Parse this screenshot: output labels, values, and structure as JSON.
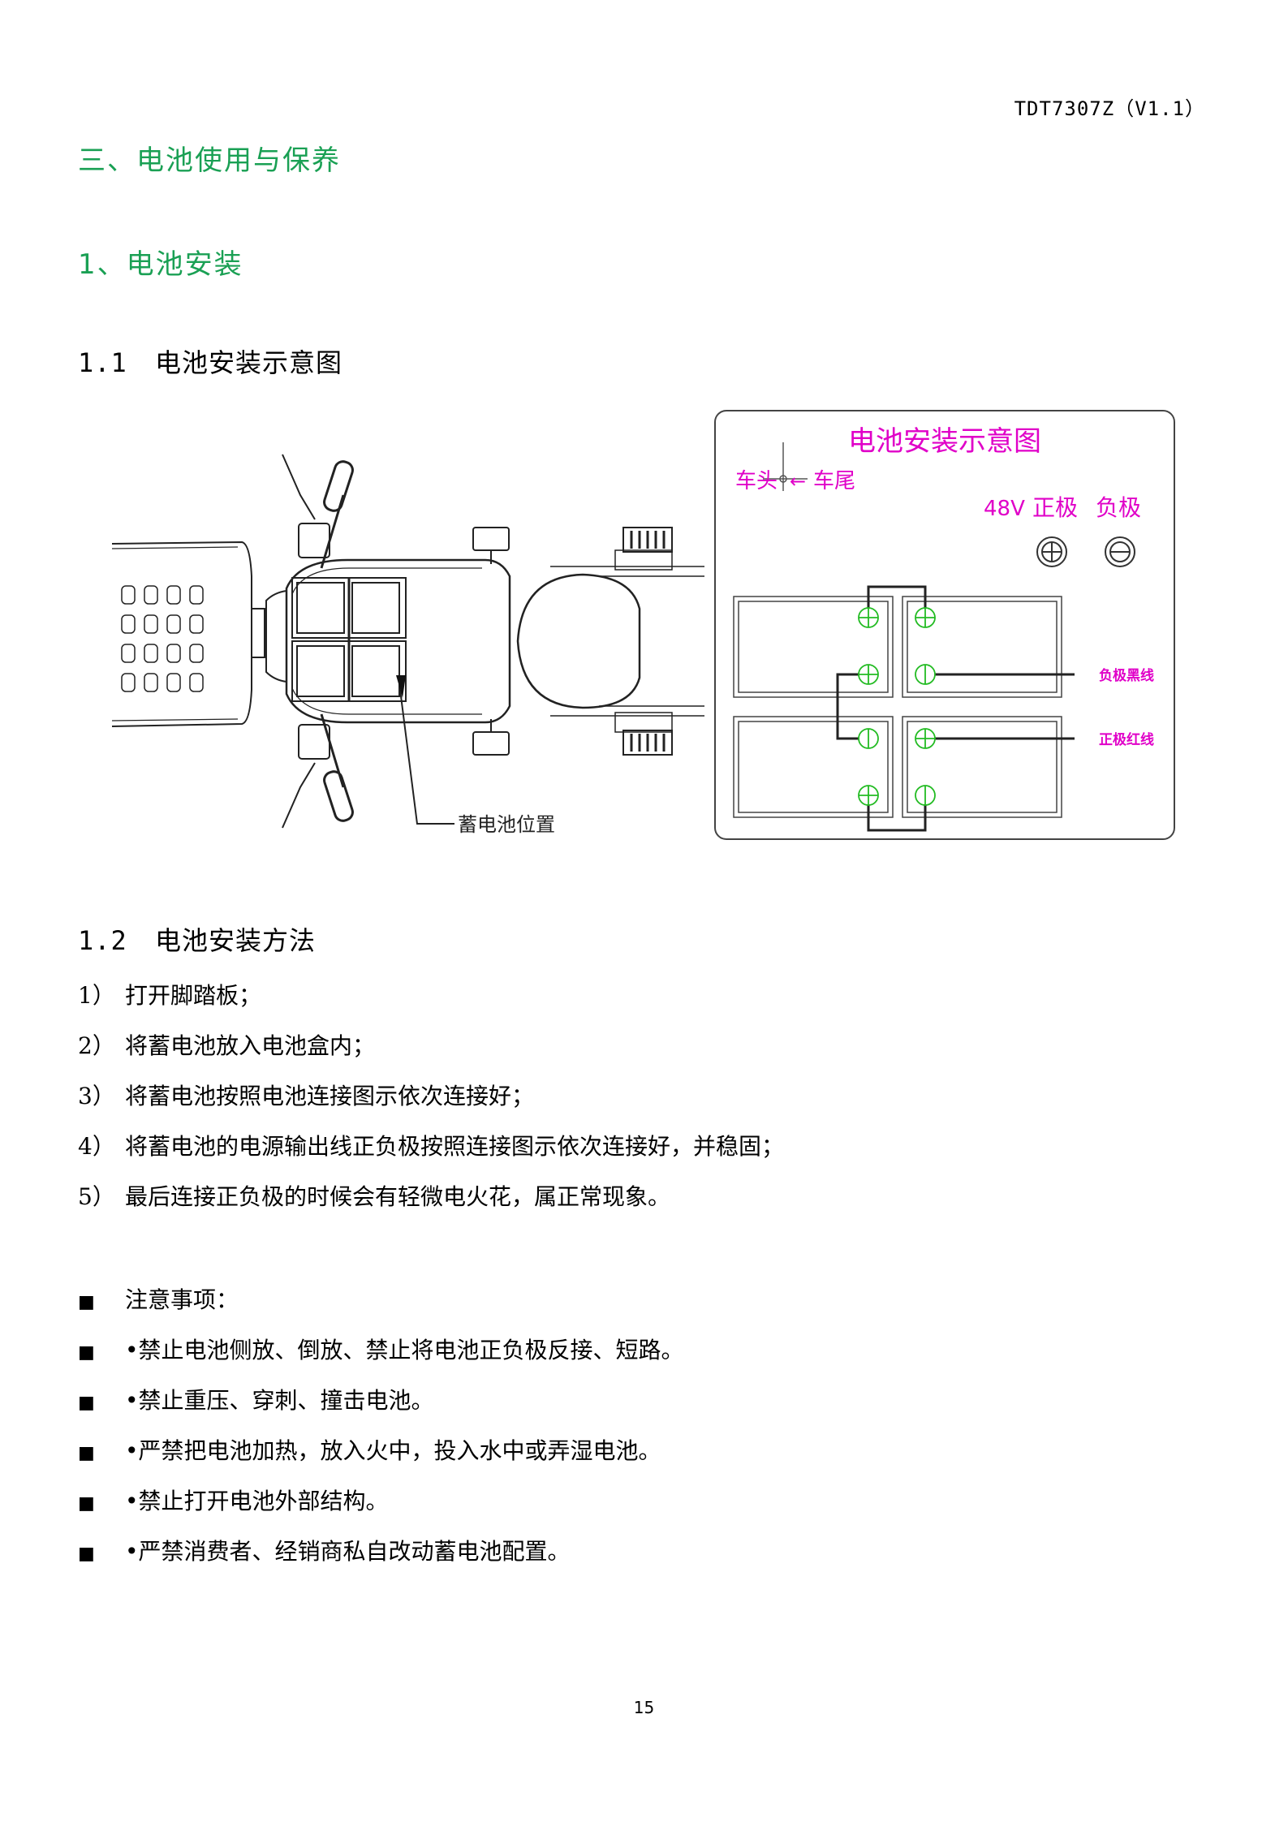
{
  "header": {
    "doc_code": "TDT7307Z（V1.1）"
  },
  "section": {
    "title": "三、电池使用与保养",
    "subsection": "1、电池安装",
    "part1": {
      "num": "1.1",
      "title": "电池安装示意图"
    },
    "part2": {
      "num": "1.2",
      "title": "电池安装方法"
    }
  },
  "figure_left": {
    "callout": "蓄电池位置"
  },
  "figure_right": {
    "title": "电池安装示意图",
    "front_label": "车头",
    "rear_label": "车尾",
    "voltage": "48V",
    "positive_label": "正极",
    "negative_label": "负极",
    "negative_wire": "负极黑线",
    "positive_wire": "正极红线",
    "accent_magenta": "#e000c8",
    "terminal_green": "#22bb22"
  },
  "steps": [
    {
      "idx": "1）",
      "text": "打开脚踏板；"
    },
    {
      "idx": "2）",
      "text": "将蓄电池放入电池盒内；"
    },
    {
      "idx": "3）",
      "text": "将蓄电池按照电池连接图示依次连接好；"
    },
    {
      "idx": "4）",
      "text": "将蓄电池的电源输出线正负极按照连接图示依次连接好，并稳固；"
    },
    {
      "idx": "5）",
      "text": "最后连接正负极的时候会有轻微电火花，属正常现象。"
    }
  ],
  "notes": [
    {
      "bullet": "■",
      "text": "注意事项："
    },
    {
      "bullet": "■",
      "text": "•禁止电池侧放、倒放、禁止将电池正负极反接、短路。"
    },
    {
      "bullet": "■",
      "text": "•禁止重压、穿刺、撞击电池。"
    },
    {
      "bullet": "■",
      "text": "•严禁把电池加热，放入火中，投入水中或弄湿电池。"
    },
    {
      "bullet": "■",
      "text": "•禁止打开电池外部结构。"
    },
    {
      "bullet": "■",
      "text": "•严禁消费者、经销商私自改动蓄电池配置。"
    }
  ],
  "footer": {
    "page_number": "15"
  }
}
